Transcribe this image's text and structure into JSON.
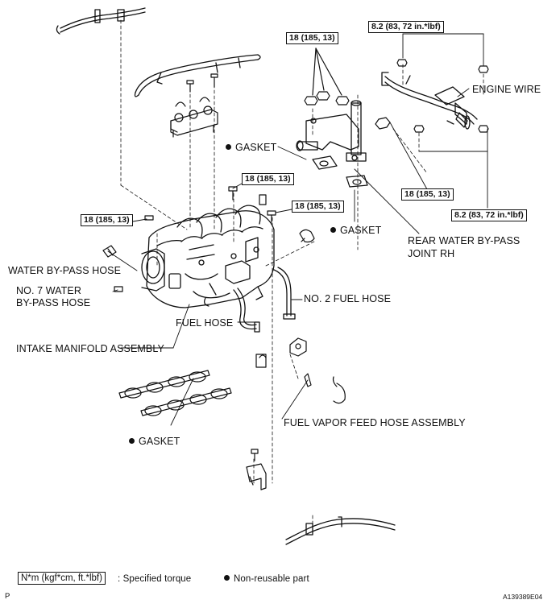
{
  "torques": {
    "t1": "18 (185, 13)",
    "t2": "8.2 (83, 72 in.*lbf)",
    "t3": "18 (185, 13)",
    "t4": "18 (185, 13)",
    "t5": "18 (185, 13)",
    "t6": "18 (185, 13)",
    "t7": "8.2 (83, 72 in.*lbf)"
  },
  "labels": {
    "engine_wire": "ENGINE WIRE",
    "gasket_top": "GASKET",
    "gasket_mid": "GASKET",
    "rear_water_line1": "REAR WATER BY-PASS",
    "rear_water_line2": "JOINT RH",
    "water_bypass_hose": "WATER BY-PASS HOSE",
    "no7_line1": "NO. 7 WATER",
    "no7_line2": "BY-PASS HOSE",
    "no2_fuel_hose": "NO. 2 FUEL HOSE",
    "fuel_hose": "FUEL HOSE",
    "intake_manifold": "INTAKE MANIFOLD ASSEMBLY",
    "fuel_vapor": "FUEL VAPOR FEED HOSE ASSEMBLY",
    "gasket_bottom": "GASKET"
  },
  "legend": {
    "torque_units": "N*m (kgf*cm, ft.*lbf)",
    "torque_desc": ": Specified torque",
    "nonreusable": "Non-reusable part"
  },
  "footer": {
    "letter": "P",
    "ref": "A139389E04"
  }
}
